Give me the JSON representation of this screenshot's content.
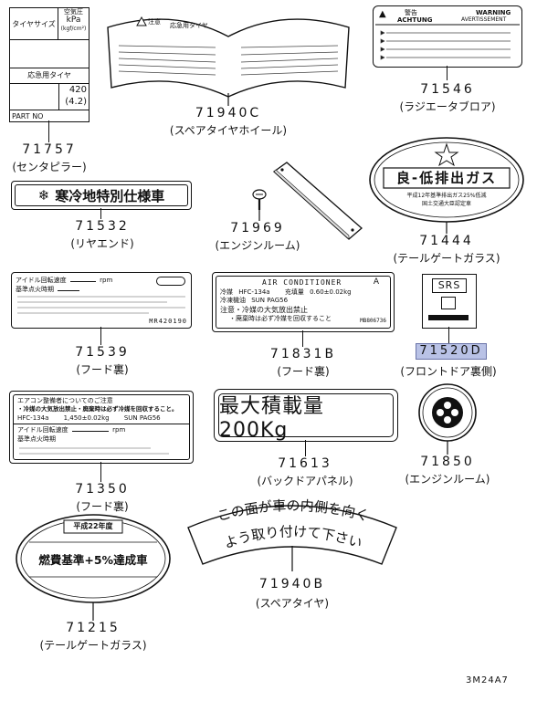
{
  "labels": {
    "l71757": {
      "table_title": "タイヤサイズ",
      "table_pressure": "空気圧",
      "table_unit1": "kPa",
      "table_unit2": "(kgf/cm²)",
      "table_spare": "応急用タイヤ",
      "table_val1": "420",
      "table_val2": "(4.2)",
      "part_no": "PART NO",
      "number": "71757",
      "caption": "(センタピラー)"
    },
    "l71940c": {
      "warning": "注意",
      "title": "応急用タイヤ",
      "number": "71940C",
      "caption": "(スペアタイヤホイール)"
    },
    "l71546": {
      "warn_jp": "警告",
      "warn_en": "WARNING",
      "warn_de": "ACHTUNG",
      "warn_fr": "AVERTISSEMENT",
      "number": "71546",
      "caption": "(ラジエータブロア)"
    },
    "l71532": {
      "text": "寒冷地特別仕様車",
      "number": "71532",
      "caption": "(リヤエンド)"
    },
    "l71969": {
      "number": "71969",
      "caption": "(エンジンルーム)"
    },
    "l71444": {
      "text": "良-低排出ガス",
      "sub1": "平成12年基準排出ガス25%低減",
      "sub2": "国土交通大臣認定車",
      "number": "71444",
      "caption": "(テールゲートガラス)"
    },
    "l71539": {
      "line1": "アイドル回転速度",
      "line2": "基準点火時期",
      "unit": "rpm",
      "line5": "MR420190",
      "number": "71539",
      "caption": "(フード裏)"
    },
    "l71831b": {
      "title": "AIR CONDITIONER",
      "mark": "A",
      "row1a": "冷媒",
      "row1b": "HFC-134a",
      "row1c": "充填量",
      "row1d": "0.60±0.02kg",
      "row2a": "冷凍機油",
      "row2b": "SUN PAG56",
      "row3": "注意・冷媒の大気放出禁止",
      "row4": "・廃棄時は必ず冷媒を回収すること",
      "code": "MB806736",
      "number": "71831B",
      "caption": "(フード裏)"
    },
    "l71520d": {
      "text": "SRS",
      "number": "71520D",
      "caption": "(フロントドア裏側)"
    },
    "l71350": {
      "head": "エアコン整備者についてのご注意",
      "line1": "・冷媒の大気放出禁止・廃棄時は必ず冷媒を回収すること。",
      "row_a": "HFC-134a",
      "row_b": "1,450±0.02kg",
      "row_c": "SUN PAG56",
      "line4": "アイドル回転速度",
      "line5": "基準点火時期",
      "unit": "rpm",
      "number": "71350",
      "caption": "(フード裏)"
    },
    "l71613": {
      "text": "最大積載量200Kg",
      "number": "71613",
      "caption": "(バックドアパネル)"
    },
    "l71850": {
      "number": "71850",
      "caption": "(エンジンルーム)"
    },
    "l71215": {
      "top": "平成22年度",
      "main": "燃費基準+5%達成車",
      "number": "71215",
      "caption": "(テールゲートガラス)"
    },
    "l71940b": {
      "line1": "この面が車の内側を向く",
      "line2": "よう取り付けて下さい",
      "number": "71940B",
      "caption": "(スペアタイヤ)"
    }
  },
  "ref": "3M24A7"
}
